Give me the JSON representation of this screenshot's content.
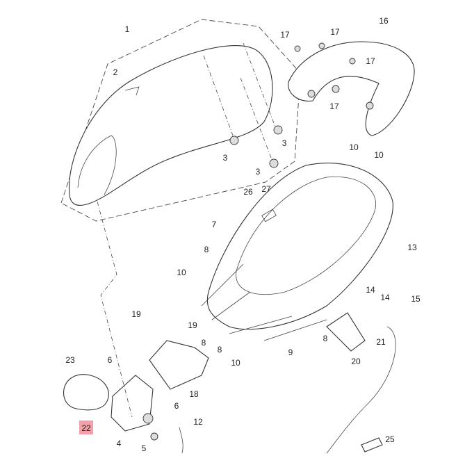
{
  "diagram": {
    "title": "Seat / Seat Box exploded parts diagram",
    "highlight_color": "#f4a0a8",
    "callouts": [
      "1",
      "2",
      "3",
      "3",
      "3",
      "16",
      "17",
      "17",
      "17",
      "17",
      "10",
      "10",
      "26",
      "27",
      "7",
      "8",
      "10",
      "13",
      "14",
      "14",
      "15",
      "19",
      "19",
      "8",
      "8",
      "10",
      "9",
      "8",
      "21",
      "20",
      "23",
      "6",
      "18",
      "6",
      "12",
      "22",
      "4",
      "5",
      "25"
    ],
    "highlighted": "22"
  }
}
